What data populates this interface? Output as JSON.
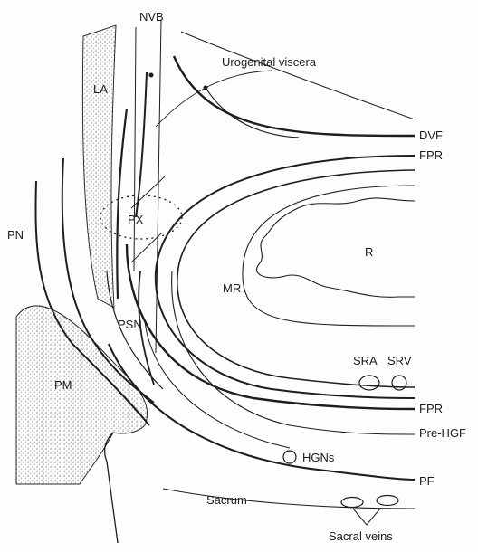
{
  "labels": {
    "nvb": "NVB",
    "urogenital_viscera": "Urogenital viscera",
    "la": "LA",
    "dvf": "DVF",
    "fpr_upper": "FPR",
    "pn": "PN",
    "px": "PX",
    "r": "R",
    "mr": "MR",
    "psn": "PSN",
    "pm": "PM",
    "sra": "SRA",
    "srv": "SRV",
    "fpr_lower": "FPR",
    "pre_hgf": "Pre-HGF",
    "hgns": "HGNs",
    "pf": "PF",
    "sacrum": "Sacrum",
    "sacral_veins": "Sacral veins"
  },
  "colors": {
    "line": "#1e1e1e",
    "stipple": "#9a9a9a",
    "background": "#fdfdfb"
  }
}
